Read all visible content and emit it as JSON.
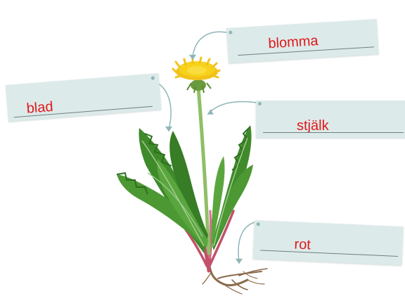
{
  "labels": {
    "blomma": "blomma",
    "blad": "blad",
    "stjalk": "stjälk",
    "rot": "rot"
  },
  "colors": {
    "card": "#ddeaea",
    "answer_text": "#e0191b",
    "arrow": "#8fb5b7",
    "petals": "#f7d21a",
    "leaves": "#3f8a2a",
    "stem": "#7fb45a",
    "stem_base": "#c2506a",
    "roots": "#8a6a4a"
  },
  "icons": {
    "plant": "dandelion-plant-photo",
    "arrow": "curved-pointer-arrow"
  }
}
